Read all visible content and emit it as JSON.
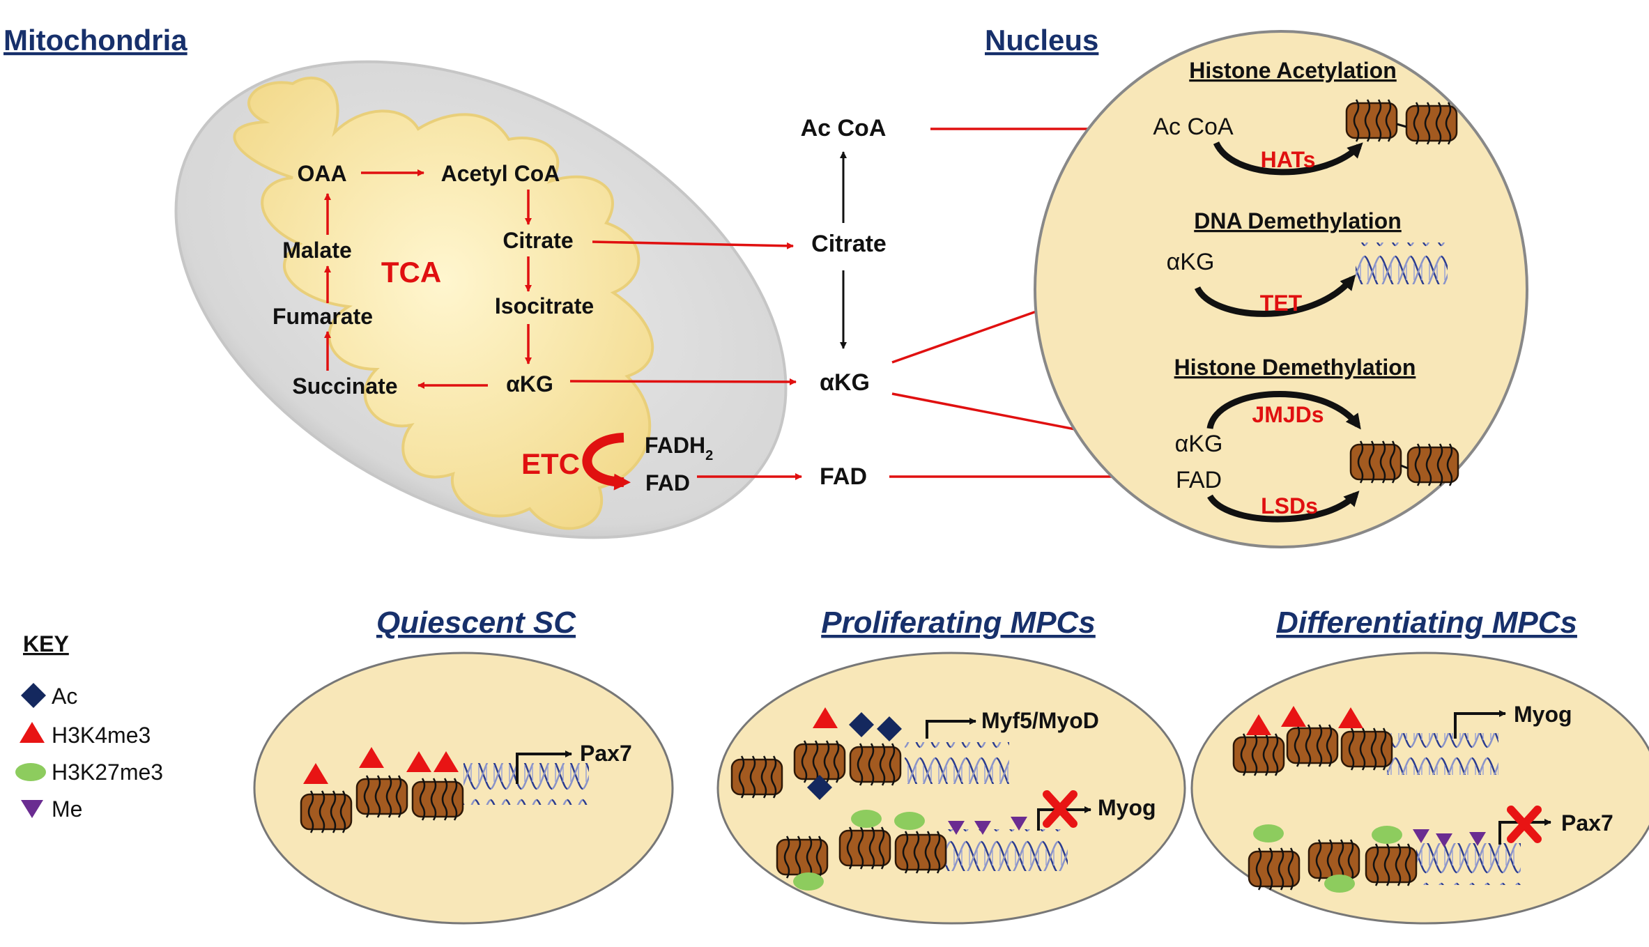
{
  "sections": {
    "mito_title": "Mitochondria",
    "nucleus_title": "Nucleus"
  },
  "mito": {
    "oaa": "OAA",
    "acetyl_coa": "Acetyl CoA",
    "citrate": "Citrate",
    "isocitrate": "Isocitrate",
    "akg": "αKG",
    "succinate": "Succinate",
    "fumarate": "Fumarate",
    "malate": "Malate",
    "tca": "TCA",
    "etc": "ETC",
    "fadh2": "FADH",
    "fadh2_sub": "2",
    "fad": "FAD"
  },
  "middle": {
    "ac_coa": "Ac CoA",
    "citrate": "Citrate",
    "akg": "αKG",
    "fad": "FAD"
  },
  "nucleus": {
    "acetylation": {
      "title": "Histone Acetylation",
      "substrate": "Ac CoA",
      "enzyme": "HATs"
    },
    "dna_demeth": {
      "title": "DNA Demethylation",
      "substrate": "αKG",
      "enzyme": "TET"
    },
    "histone_demeth": {
      "title": "Histone Demethylation",
      "substrate1": "αKG",
      "substrate2": "FAD",
      "enzyme1": "JMJDs",
      "enzyme2": "LSDs"
    }
  },
  "key": {
    "title": "KEY",
    "items": [
      {
        "label": "Ac",
        "icon": "diamond-icon",
        "color": "#14285e"
      },
      {
        "label": "H3K4me3",
        "icon": "triangle-icon",
        "color": "#e81414"
      },
      {
        "label": "H3K27me3",
        "icon": "ellipse-icon",
        "color": "#8dcc5e"
      },
      {
        "label": "Me",
        "icon": "down-triangle-icon",
        "color": "#6a2c91"
      }
    ]
  },
  "cells": [
    {
      "title": "Quiescent SC",
      "genes": [
        "Pax7"
      ]
    },
    {
      "title": "Proliferating MPCs",
      "genes": [
        "Myf5/MyoD",
        "Myog"
      ]
    },
    {
      "title": "Differentiating MPCs",
      "genes": [
        "Myog",
        "Pax7"
      ]
    }
  ],
  "colors": {
    "title_blue": "#17306b",
    "arrow_red": "#e01010",
    "cell_fill": "#f8e7b8",
    "mito_inner": "#fbe8a0",
    "nucleosome": "#a35a20"
  }
}
